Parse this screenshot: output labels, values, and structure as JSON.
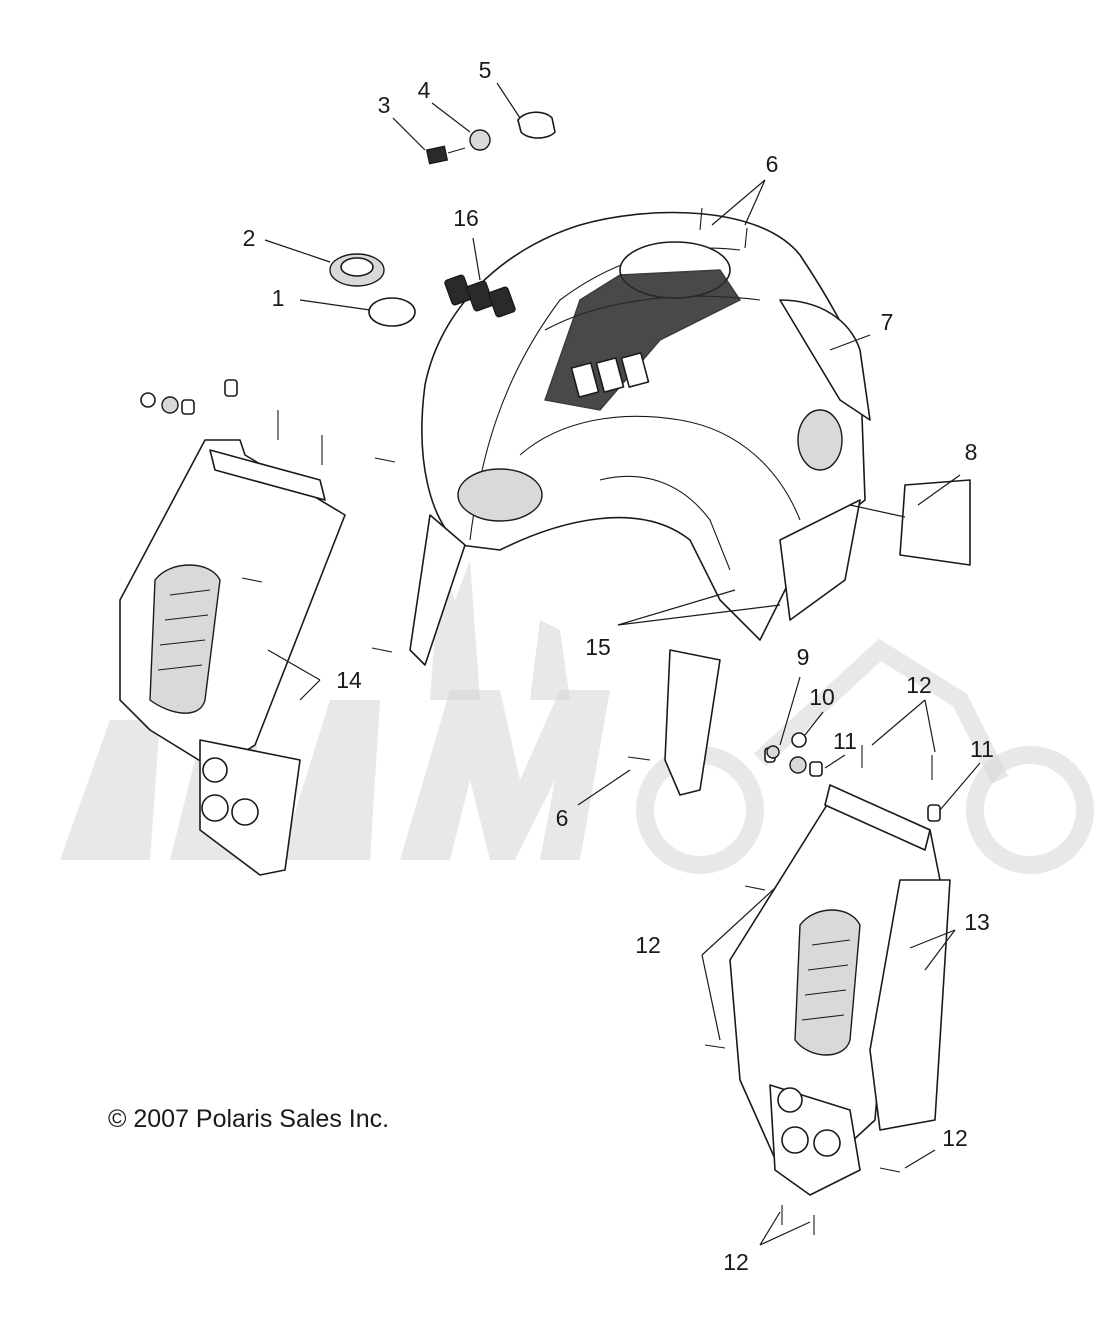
{
  "copyright": "© 2007 Polaris Sales Inc.",
  "callouts": [
    {
      "id": "c1",
      "label": "1"
    },
    {
      "id": "c2",
      "label": "2"
    },
    {
      "id": "c3",
      "label": "3"
    },
    {
      "id": "c4",
      "label": "4"
    },
    {
      "id": "c5",
      "label": "5"
    },
    {
      "id": "c6a",
      "label": "6"
    },
    {
      "id": "c6b",
      "label": "6"
    },
    {
      "id": "c7",
      "label": "7"
    },
    {
      "id": "c8",
      "label": "8"
    },
    {
      "id": "c9",
      "label": "9"
    },
    {
      "id": "c10",
      "label": "10"
    },
    {
      "id": "c11a",
      "label": "11"
    },
    {
      "id": "c11b",
      "label": "11"
    },
    {
      "id": "c12a",
      "label": "12"
    },
    {
      "id": "c12b",
      "label": "12"
    },
    {
      "id": "c12c",
      "label": "12"
    },
    {
      "id": "c12d",
      "label": "12"
    },
    {
      "id": "c13",
      "label": "13"
    },
    {
      "id": "c14",
      "label": "14"
    },
    {
      "id": "c15",
      "label": "15"
    },
    {
      "id": "c16",
      "label": "16"
    }
  ]
}
